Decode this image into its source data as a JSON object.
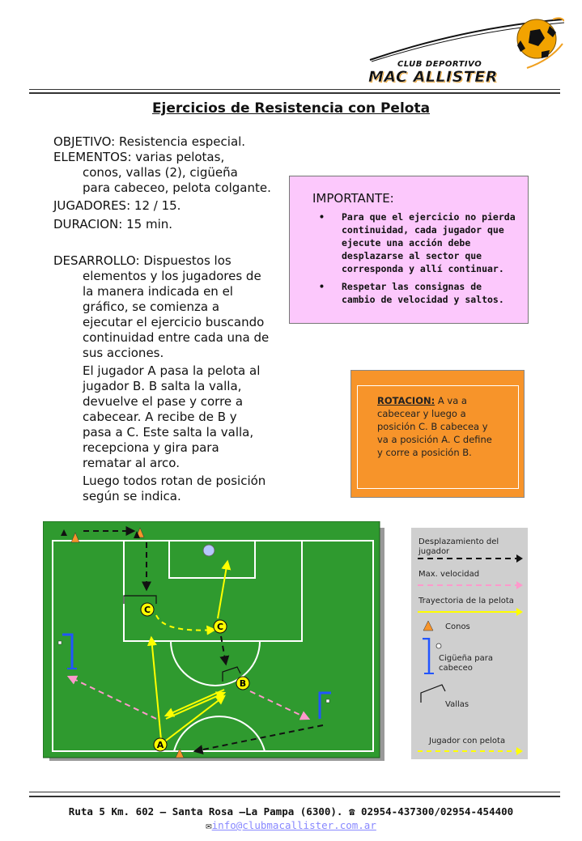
{
  "header": {
    "club_line1": "CLUB DEPORTIVO",
    "club_line2": "MAC ALLISTER"
  },
  "title": "Ejercicios de Resistencia con Pelota",
  "info": {
    "objetivo_label": "OBJETIVO:",
    "objetivo_value": "Resistencia especial.",
    "elementos_label": "ELEMENTOS:",
    "elementos_value_1": "varias pelotas,",
    "elementos_value_2": "conos, vallas (2), cigüeña",
    "elementos_value_3": "para cabeceo, pelota colgante.",
    "jugadores_label": "JUGADORES:",
    "jugadores_value": "12 / 15.",
    "duracion_label": "DURACION:",
    "duracion_value": "15 min.",
    "desarrollo_label": "DESARROLLO:",
    "desarrollo_lines": [
      "Dispuestos los",
      "elementos y los jugadores de",
      "la manera indicada en el",
      "gráfico, se comienza a",
      "ejecutar el ejercicio buscando",
      "continuidad entre cada una de",
      "sus acciones."
    ],
    "para2_lines": [
      "El jugador A pasa la pelota al",
      "jugador B. B salta la valla,",
      "devuelve el pase y corre a",
      "cabecear. A recibe de B y",
      "pasa a C. Este salta la valla,",
      "recepciona y gira para",
      "rematar al arco."
    ],
    "para3_lines": [
      "Luego todos rotan de posición",
      "según se indica."
    ]
  },
  "importante": {
    "title": "IMPORTANTE:",
    "items": [
      "Para que el ejercicio no pierda continuidad, cada jugador que ejecute una acción debe desplazarse al sector que corresponda y allí continuar.",
      "Respetar las consignas de cambio de velocidad y saltos."
    ]
  },
  "rotacion": {
    "label": "ROTACION:",
    "lines": [
      "A va a",
      "cabecear y luego a",
      "posición C. B cabecea y",
      "va a posición A. C define",
      "y corre a posición B."
    ]
  },
  "field": {
    "players": [
      "A",
      "B",
      "C",
      "C"
    ]
  },
  "legend": {
    "desplazamiento": "Desplazamiento del jugador",
    "max_velocidad": "Max. velocidad",
    "trayectoria": "Trayectoria de la pelota",
    "conos": "Conos",
    "ciguena": "Cigüeña para cabeceo",
    "vallas": "Vallas",
    "jugador_pelota": "Jugador con pelota"
  },
  "footer": {
    "address": "Ruta 5 Km. 602 – Santa Rosa –La Pampa (6300).",
    "phone": "02954-437300/02954-454400",
    "phone_icon": "telephone-icon",
    "mail_icon": "envelope-icon",
    "email": "info@clubmacallister.com.ar"
  },
  "colors": {
    "field": "#2f9a2f",
    "importante_bg": "#fcc8fc",
    "rotacion_bg": "#f7942a",
    "ball_path": "#ffff00",
    "max_speed": "#ff99cc"
  }
}
